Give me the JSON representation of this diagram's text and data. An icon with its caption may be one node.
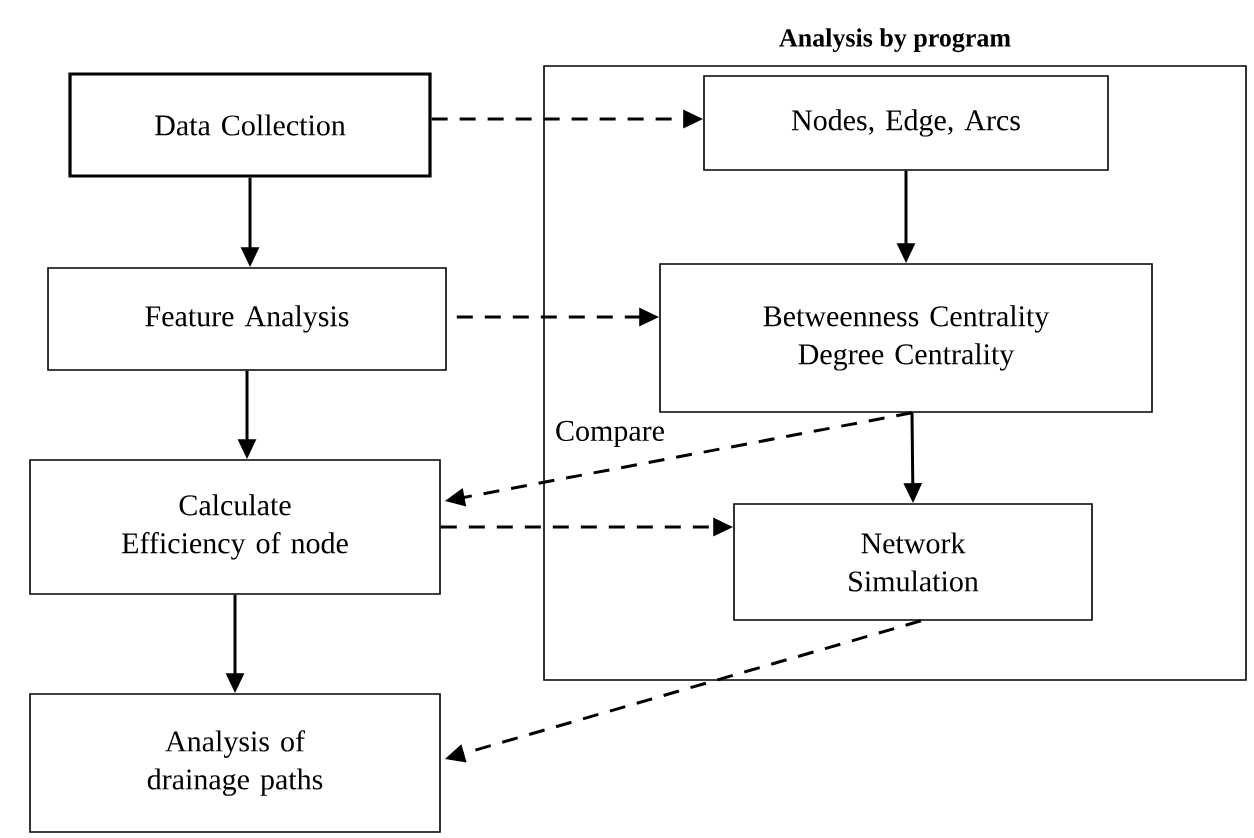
{
  "diagram": {
    "nodes": [
      {
        "text": [
          "Analysis by program"
        ]
      },
      {
        "text": [
          "Data Collection"
        ]
      },
      {
        "text": [
          "Feature Analysis"
        ]
      },
      {
        "text": [
          "Calculate Efficiency of node"
        ]
      },
      {
        "text": [
          "Analysis of drainage paths"
        ]
      },
      {
        "text": [
          "Nodes, Edge, Arcs"
        ],
        "in": 0
      },
      {
        "text": [
          "Betweenness Centrality Degree Centrality"
        ],
        "in": 0
      },
      {
        "text": [
          "Network Simulation"
        ],
        "in": 0
      }
    ],
    "edges": [
      {
        "from": 1,
        "to": 2,
        "arrow": "to"
      },
      {
        "from": 2,
        "to": 3,
        "arrow": "to"
      },
      {
        "from": 3,
        "to": 4,
        "arrow": "to"
      },
      {
        "from": 1,
        "to": 5,
        "arrow": "to",
        "style": "dashed"
      },
      {
        "from": 2,
        "to": 6,
        "arrow": "to",
        "style": "dashed"
      },
      {
        "from": 6,
        "to": 3,
        "arrow": "to",
        "style": "dashed",
        "label": "Compare"
      },
      {
        "from": 3,
        "to": 7,
        "arrow": "to",
        "style": "dashed"
      },
      {
        "from": 5,
        "to": 6,
        "arrow": "to"
      },
      {
        "from": 6,
        "to": 7,
        "arrow": "to"
      },
      {
        "from": 7,
        "to": 4,
        "arrow": "to",
        "style": "dashed"
      }
    ]
  }
}
